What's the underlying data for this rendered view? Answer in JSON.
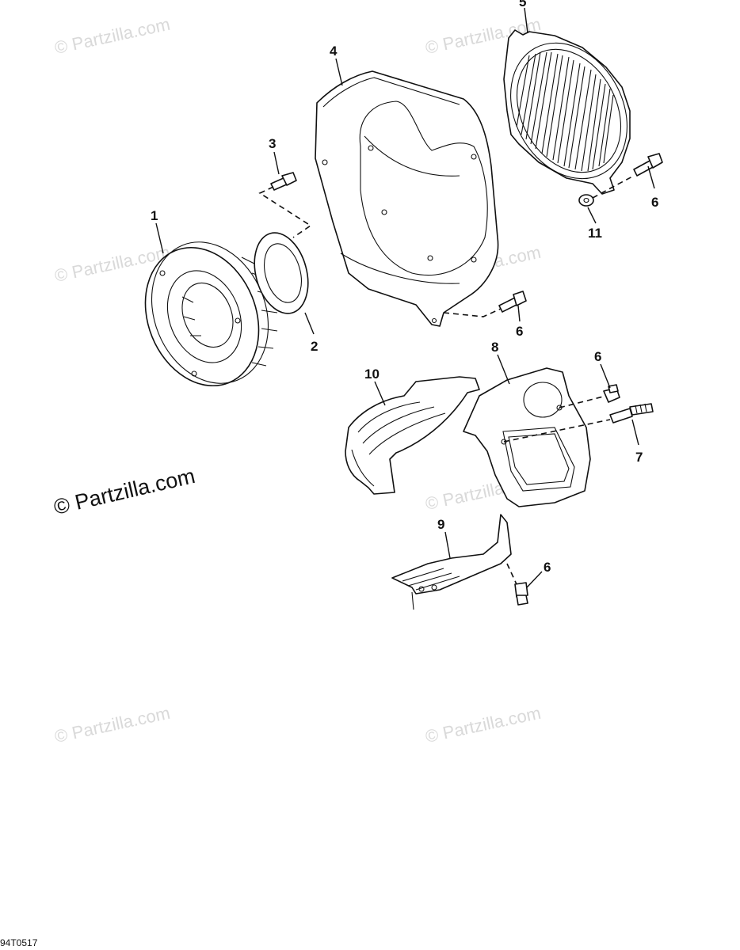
{
  "watermark": "© Partzilla.com",
  "copyright": "© Partzilla.com",
  "drawing_code": "94T0517",
  "callouts": {
    "c1": "1",
    "c2": "2",
    "c3": "3",
    "c4": "4",
    "c5": "5",
    "c6a": "6",
    "c6b": "6",
    "c6c": "6",
    "c6d": "6",
    "c7": "7",
    "c8": "8",
    "c9": "9",
    "c10": "10",
    "c11": "11"
  }
}
